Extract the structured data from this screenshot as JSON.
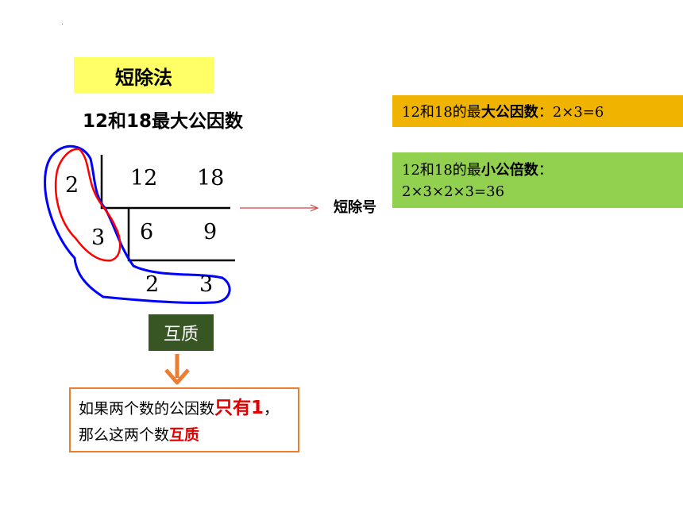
{
  "dot": "·",
  "title": "短除法",
  "subtitle": "12和18最大公因数",
  "gcd": {
    "prefix": "12和18的最",
    "bold": "大公因数",
    "suffix": "：2×3=6"
  },
  "lcm": {
    "prefix": "12和18的最",
    "bold": "小公倍数",
    "suffix": "：",
    "line2": "2×3×2×3=36"
  },
  "division": {
    "divisor1": "2",
    "dividend1a": "12",
    "dividend1b": "18",
    "divisor2": "3",
    "quotient1a": "6",
    "quotient1b": "9",
    "result_a": "2",
    "result_b": "3"
  },
  "short_division_label": "短除号",
  "coprime_label": "互质",
  "note": {
    "part1": "如果两个数的公因数",
    "red1": "只有1",
    "part2": "，那么这两个数",
    "red2": "互质"
  },
  "colors": {
    "title_bg": "#ffff66",
    "gcd_bg": "#f0b400",
    "lcm_bg": "#92d050",
    "coprime_bg": "#375623",
    "arrow": "#ed7d31",
    "blue_loop": "#0000ff",
    "red_loop": "#ff0000"
  }
}
